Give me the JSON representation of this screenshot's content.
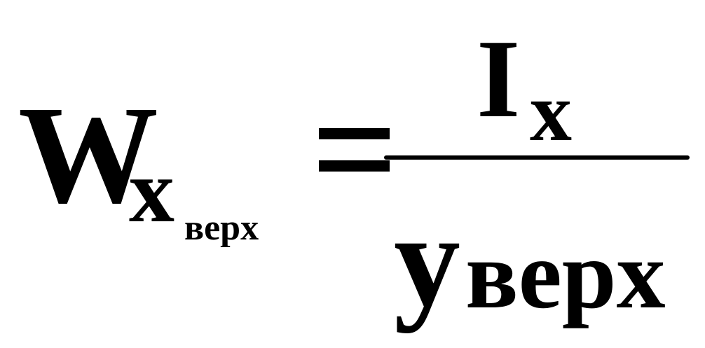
{
  "formula": {
    "lhs": {
      "main": "W",
      "sub": "x",
      "subsub": "верх"
    },
    "equals": "=",
    "numerator": {
      "main": "I",
      "sub": "x"
    },
    "denominator": {
      "main": "y",
      "sub": "верх"
    }
  }
}
